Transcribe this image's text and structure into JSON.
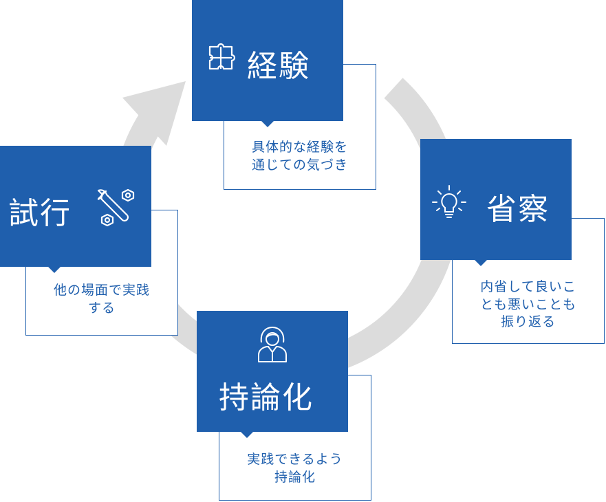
{
  "colors": {
    "primary": "#1f5fad",
    "cycle": "#dcdcdc",
    "text_on_primary": "#ffffff",
    "background": "#ffffff"
  },
  "stages": {
    "experience": {
      "title": "経験",
      "icon": "puzzle-icon",
      "description": [
        "具体的な経験を",
        "通じての気づき"
      ]
    },
    "reflection": {
      "title": "省察",
      "icon": "lightbulb-icon",
      "description": [
        "内省して良いこ",
        "とも悪いことも",
        "振り返る"
      ]
    },
    "conceptualization": {
      "title": "持論化",
      "icon": "person-icon",
      "description": [
        "実践できるよう",
        "持論化"
      ]
    },
    "experimentation": {
      "title": "試行",
      "icon": "tools-icon",
      "description": [
        "他の場面で実践",
        "する"
      ]
    }
  }
}
